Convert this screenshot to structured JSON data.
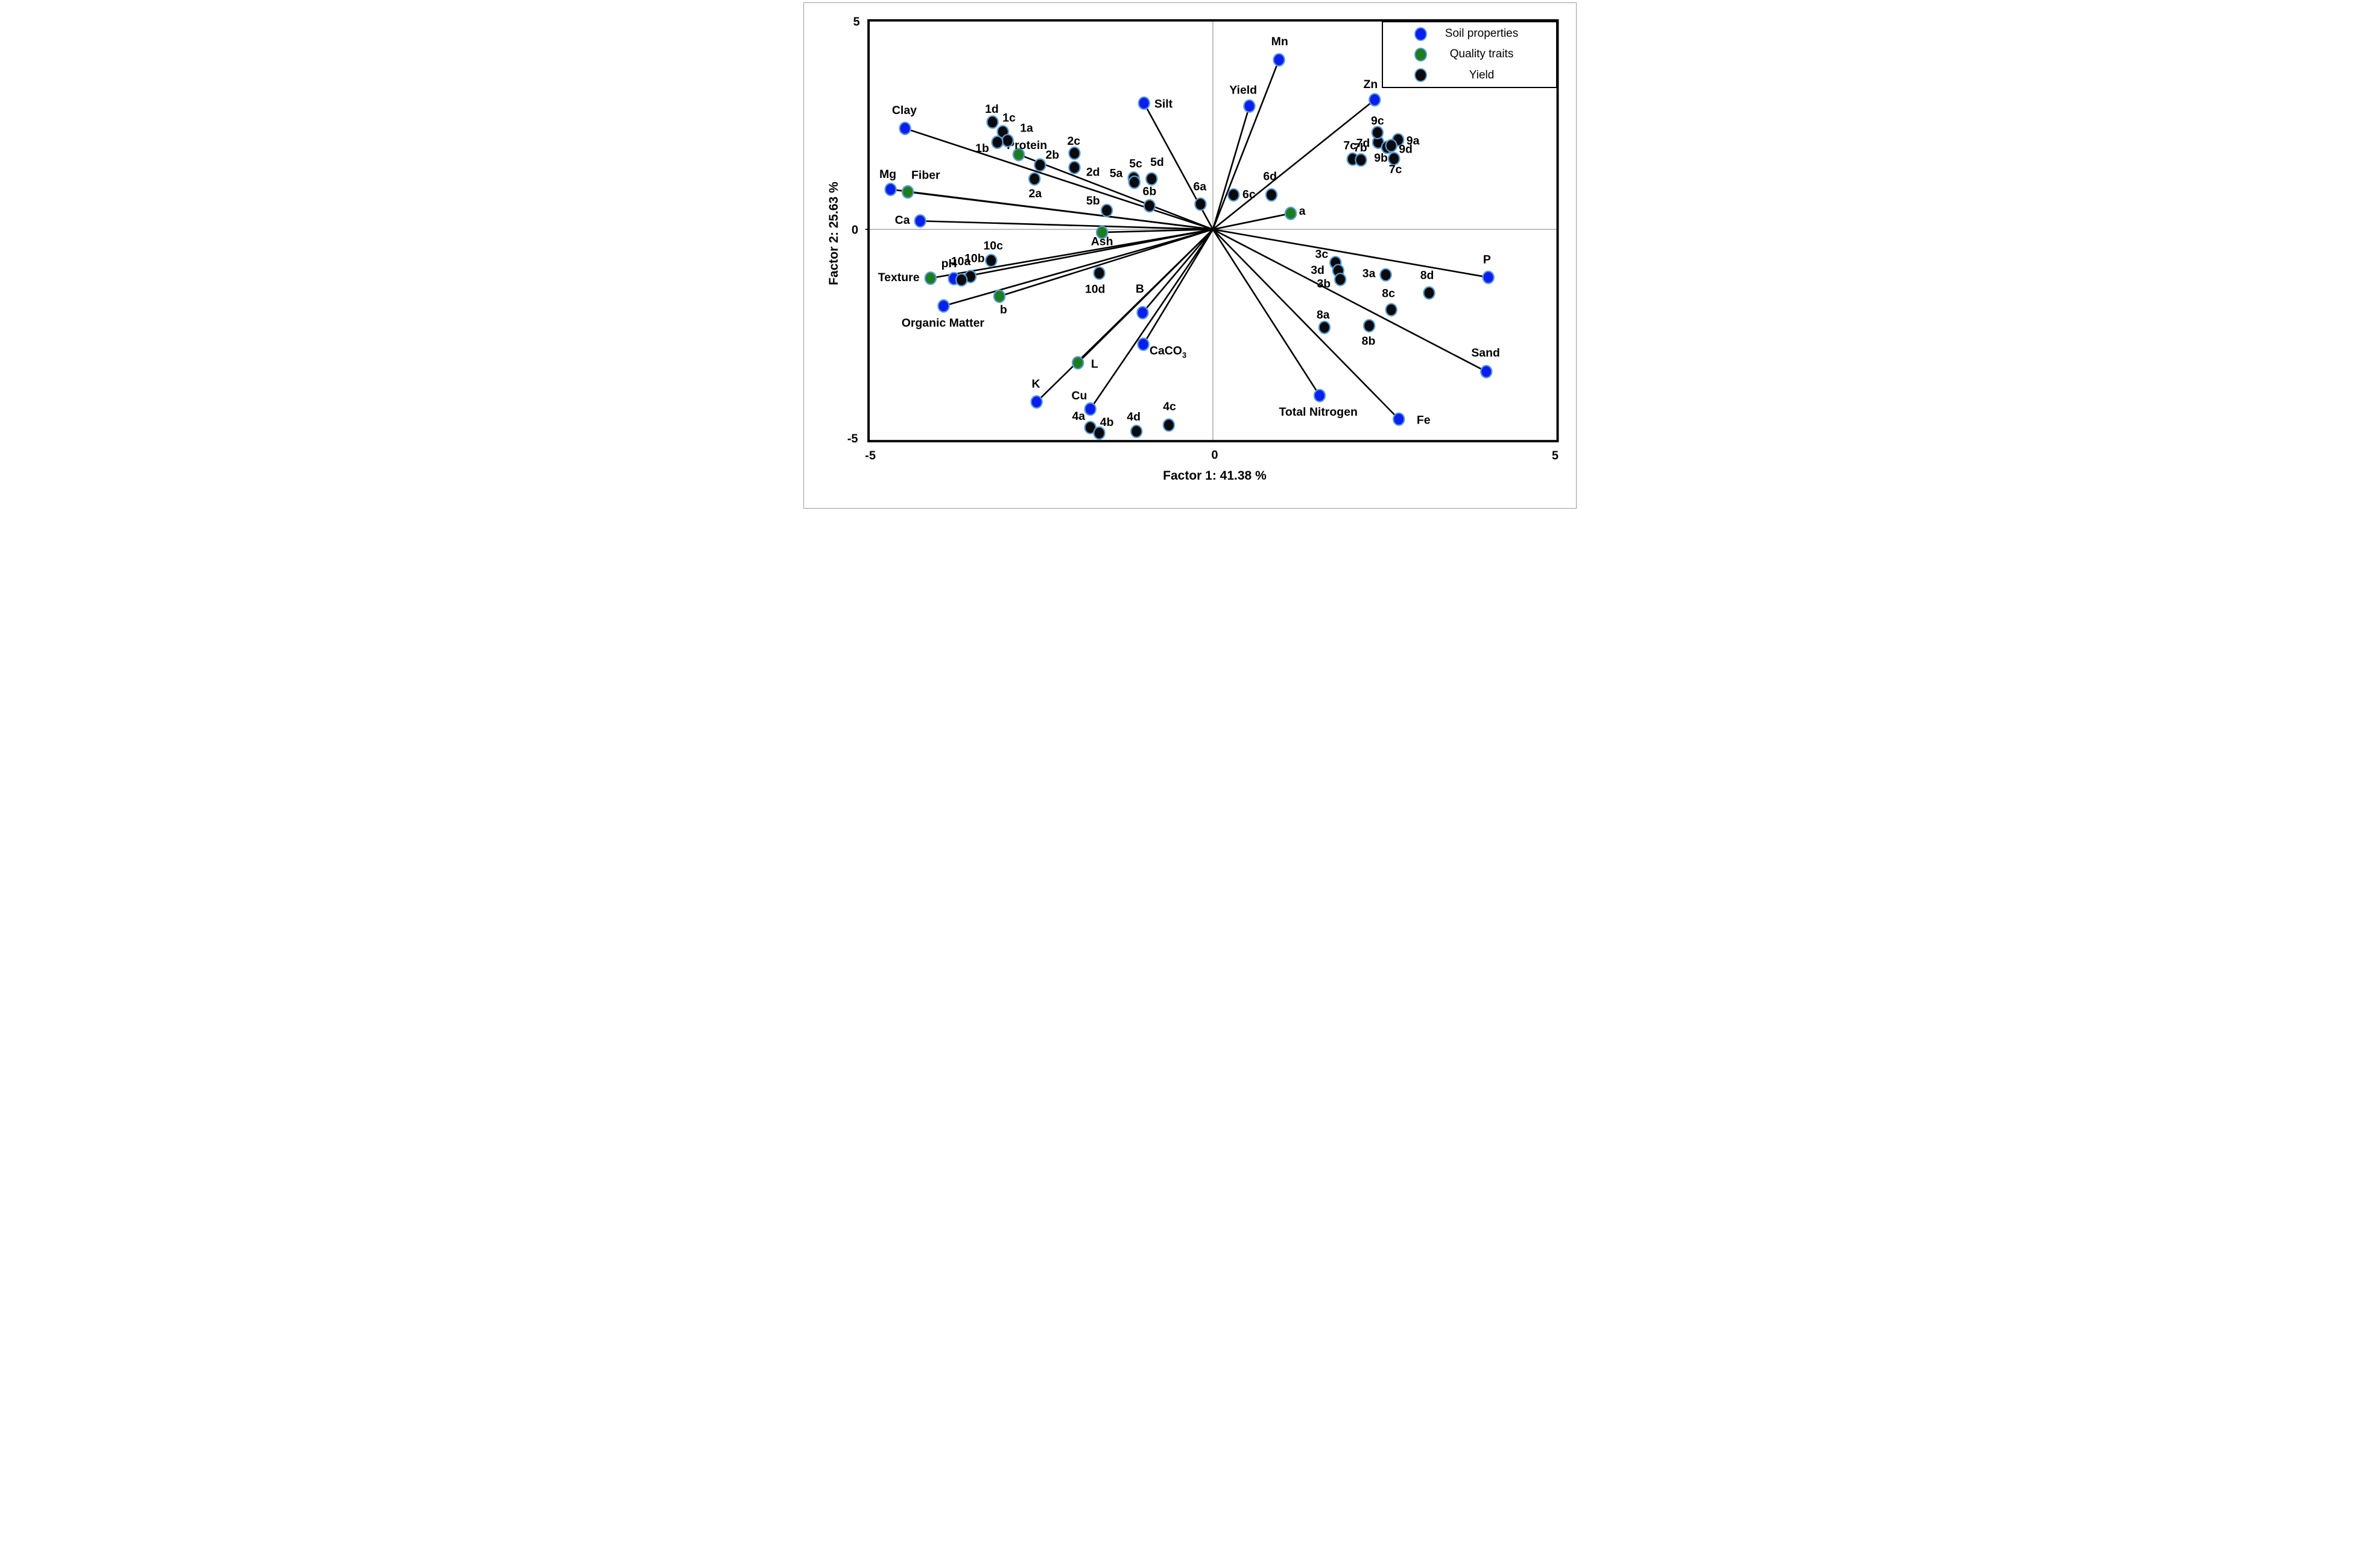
{
  "legend": {
    "items": [
      {
        "label": "Soil properties",
        "color_key": "soil"
      },
      {
        "label": "Quality traits",
        "color_key": "quality"
      },
      {
        "label": "Yield",
        "color_key": "yield"
      }
    ]
  },
  "axes": {
    "x_title": "Factor 1: 41.38 %",
    "y_title": "Factor 2: 25.63 %",
    "x_ticks": [
      {
        "label": "-5",
        "x": -5
      },
      {
        "label": "0",
        "x": 0
      },
      {
        "label": "5",
        "x": 5
      }
    ],
    "y_ticks": [
      {
        "label": "5",
        "y": 5
      },
      {
        "label": "0",
        "y": 0
      },
      {
        "label": "-5",
        "y": -5
      }
    ]
  },
  "chart_data": {
    "type": "scatter",
    "title": "",
    "xlabel": "Factor 1: 41.38 %",
    "ylabel": "Factor 2: 25.63 %",
    "xlim": [
      -5,
      5
    ],
    "ylim": [
      -5,
      5
    ],
    "grid": "center crosshair only",
    "legend_position": "top-right",
    "colors": {
      "soil": "#0a1ef0",
      "quality": "#1d7d1d",
      "yield": "#0a0a0a",
      "marker_ring": "#5b9bd5",
      "vector": "#000000",
      "gridline": "#a0a0a0",
      "frame": "#000000"
    },
    "series": [
      {
        "name": "Soil properties",
        "color_key": "soil",
        "vectors": true,
        "points": [
          {
            "label": "Clay",
            "x": -4.47,
            "y": 2.4,
            "lx": -4.48,
            "ly": 2.84,
            "anchor": "middle"
          },
          {
            "label": "Mg",
            "x": -4.68,
            "y": 0.95,
            "lx": -4.72,
            "ly": 1.32,
            "anchor": "middle"
          },
          {
            "label": "Ca",
            "x": -4.25,
            "y": 0.2,
            "lx": -4.4,
            "ly": 0.23,
            "anchor": "end"
          },
          {
            "label": "Organic Matter",
            "x": -3.91,
            "y": -1.82,
            "lx": -3.92,
            "ly": -2.21,
            "anchor": "middle"
          },
          {
            "label": "pH",
            "x": -3.76,
            "y": -1.17,
            "lx": -3.83,
            "ly": -0.8,
            "anchor": "middle"
          },
          {
            "label": "K",
            "x": -2.56,
            "y": -4.1,
            "lx": -2.57,
            "ly": -3.66,
            "anchor": "middle"
          },
          {
            "label": "Cu",
            "x": -1.78,
            "y": -4.27,
            "lx": -1.94,
            "ly": -3.94,
            "anchor": "middle"
          },
          {
            "label": "Silt",
            "x": -1.0,
            "y": 3.0,
            "lx": -0.85,
            "ly": 2.99,
            "anchor": "start"
          },
          {
            "label": "Mn",
            "x": 0.96,
            "y": 4.03,
            "lx": 0.97,
            "ly": 4.48,
            "anchor": "middle"
          },
          {
            "label": "Yield",
            "x": 0.53,
            "y": 2.93,
            "lx": 0.44,
            "ly": 3.32,
            "anchor": "middle"
          },
          {
            "label": "Zn",
            "x": 2.35,
            "y": 3.08,
            "lx": 2.29,
            "ly": 3.46,
            "anchor": "middle"
          },
          {
            "label": "P",
            "x": 4.0,
            "y": -1.14,
            "lx": 3.98,
            "ly": -0.71,
            "anchor": "middle"
          },
          {
            "label": "Sand",
            "x": 3.97,
            "y": -3.38,
            "lx": 3.96,
            "ly": -2.92,
            "anchor": "middle"
          },
          {
            "label": "Fe",
            "x": 2.7,
            "y": -4.51,
            "lx": 2.96,
            "ly": -4.52,
            "anchor": "start"
          },
          {
            "label": "Total Nitrogen",
            "x": 1.55,
            "y": -3.95,
            "lx": 1.53,
            "ly": -4.33,
            "anchor": "middle"
          },
          {
            "label": "B",
            "x": -1.02,
            "y": -1.98,
            "lx": -1.06,
            "ly": -1.4,
            "anchor": "middle"
          },
          {
            "label": "CaCO3",
            "base": "CaCO",
            "sub": "3",
            "x": -1.01,
            "y": -2.73,
            "lx": -0.92,
            "ly": -2.87,
            "anchor": "start"
          }
        ]
      },
      {
        "name": "Quality traits",
        "color_key": "quality",
        "vectors": true,
        "points": [
          {
            "label": "Protein",
            "x": -2.82,
            "y": 1.78,
            "lx": -2.7,
            "ly": 2.01,
            "anchor": "middle"
          },
          {
            "label": "Fiber",
            "x": -4.43,
            "y": 0.89,
            "lx": -4.17,
            "ly": 1.3,
            "anchor": "middle"
          },
          {
            "label": "Ash",
            "x": -1.61,
            "y": -0.07,
            "lx": -1.61,
            "ly": -0.28,
            "anchor": "middle"
          },
          {
            "label": "Texture",
            "x": -4.1,
            "y": -1.16,
            "lx": -4.26,
            "ly": -1.13,
            "anchor": "end"
          },
          {
            "label": "b",
            "x": -3.1,
            "y": -1.59,
            "lx": -3.04,
            "ly": -1.9,
            "anchor": "middle"
          },
          {
            "label": "L",
            "x": -1.96,
            "y": -3.17,
            "lx": -1.77,
            "ly": -3.19,
            "anchor": "start"
          },
          {
            "label": "a",
            "x": 1.13,
            "y": 0.38,
            "lx": 1.25,
            "ly": 0.45,
            "anchor": "start"
          }
        ]
      },
      {
        "name": "Yield",
        "color_key": "yield",
        "vectors": false,
        "points": [
          {
            "label": "1d",
            "x": -3.2,
            "y": 2.55,
            "lx": -3.21,
            "ly": 2.87,
            "anchor": "middle"
          },
          {
            "label": "1c",
            "x": -3.05,
            "y": 2.32,
            "lx": -2.96,
            "ly": 2.66,
            "anchor": "middle"
          },
          {
            "label": "1a",
            "x": -2.98,
            "y": 2.11,
            "lx": -2.8,
            "ly": 2.42,
            "anchor": "start"
          },
          {
            "label": "1b",
            "x": -3.13,
            "y": 2.07,
            "lx": -3.25,
            "ly": 1.94,
            "anchor": "end"
          },
          {
            "label": "2c",
            "x": -2.01,
            "y": 1.81,
            "lx": -2.02,
            "ly": 2.11,
            "anchor": "middle"
          },
          {
            "label": "2b",
            "x": -2.51,
            "y": 1.53,
            "lx": -2.43,
            "ly": 1.78,
            "anchor": "start"
          },
          {
            "label": "2d",
            "x": -2.01,
            "y": 1.47,
            "lx": -1.84,
            "ly": 1.37,
            "anchor": "start"
          },
          {
            "label": "2a",
            "x": -2.59,
            "y": 1.2,
            "lx": -2.58,
            "ly": 0.86,
            "anchor": "middle"
          },
          {
            "label": "5a",
            "x": -1.15,
            "y": 1.22,
            "lx": -1.31,
            "ly": 1.34,
            "anchor": "end"
          },
          {
            "label": "5c",
            "x": -1.14,
            "y": 1.12,
            "lx": -1.12,
            "ly": 1.57,
            "anchor": "middle"
          },
          {
            "label": "5d",
            "x": -0.89,
            "y": 1.2,
            "lx": -0.81,
            "ly": 1.61,
            "anchor": "middle"
          },
          {
            "label": "5b",
            "x": -1.54,
            "y": 0.45,
            "lx": -1.74,
            "ly": 0.69,
            "anchor": "middle"
          },
          {
            "label": "6b",
            "x": -0.92,
            "y": 0.56,
            "lx": -0.92,
            "ly": 0.91,
            "anchor": "middle"
          },
          {
            "label": "6a",
            "x": -0.18,
            "y": 0.6,
            "lx": -0.19,
            "ly": 1.03,
            "anchor": "middle"
          },
          {
            "label": "6c",
            "x": 0.3,
            "y": 0.82,
            "lx": 0.43,
            "ly": 0.84,
            "anchor": "start"
          },
          {
            "label": "6d",
            "x": 0.85,
            "y": 0.82,
            "lx": 0.83,
            "ly": 1.27,
            "anchor": "middle"
          },
          {
            "label": "7c",
            "x": 2.03,
            "y": 1.67,
            "lx": 1.99,
            "ly": 2.0,
            "anchor": "middle"
          },
          {
            "label": "7b",
            "x": 2.15,
            "y": 1.65,
            "lx": 2.14,
            "ly": 1.95,
            "anchor": "middle"
          },
          {
            "label": "7d",
            "x": 2.4,
            "y": 2.07,
            "lx": 2.28,
            "ly": 2.06,
            "anchor": "end"
          },
          {
            "label": "9c",
            "x": 2.39,
            "y": 2.3,
            "lx": 2.39,
            "ly": 2.59,
            "anchor": "middle"
          },
          {
            "label": "9a",
            "x": 2.69,
            "y": 2.13,
            "lx": 2.81,
            "ly": 2.12,
            "anchor": "start"
          },
          {
            "label": "9b",
            "x": 2.53,
            "y": 1.95,
            "lx": 2.44,
            "ly": 1.71,
            "anchor": "middle"
          },
          {
            "label": "9d",
            "x": 2.59,
            "y": 1.99,
            "lx": 2.7,
            "ly": 1.92,
            "anchor": "start"
          },
          {
            "label": "7c",
            "x": 2.63,
            "y": 1.68,
            "lx": 2.65,
            "ly": 1.44,
            "anchor": "middle"
          },
          {
            "label": "3c",
            "x": 1.78,
            "y": -0.79,
            "lx": 1.58,
            "ly": -0.58,
            "anchor": "middle"
          },
          {
            "label": "3d",
            "x": 1.82,
            "y": -0.98,
            "lx": 1.62,
            "ly": -0.96,
            "anchor": "end"
          },
          {
            "label": "3b",
            "x": 1.85,
            "y": -1.19,
            "lx": 1.71,
            "ly": -1.28,
            "anchor": "end"
          },
          {
            "label": "3a",
            "x": 2.51,
            "y": -1.08,
            "lx": 2.36,
            "ly": -1.04,
            "anchor": "end"
          },
          {
            "label": "8d",
            "x": 3.14,
            "y": -1.51,
            "lx": 3.11,
            "ly": -1.08,
            "anchor": "middle"
          },
          {
            "label": "8c",
            "x": 2.59,
            "y": -1.91,
            "lx": 2.55,
            "ly": -1.51,
            "anchor": "middle"
          },
          {
            "label": "8a",
            "x": 1.62,
            "y": -2.33,
            "lx": 1.6,
            "ly": -2.02,
            "anchor": "middle"
          },
          {
            "label": "8b",
            "x": 2.27,
            "y": -2.29,
            "lx": 2.26,
            "ly": -2.64,
            "anchor": "middle"
          },
          {
            "label": "10c",
            "x": -3.22,
            "y": -0.74,
            "lx": -3.19,
            "ly": -0.38,
            "anchor": "middle"
          },
          {
            "label": "10b",
            "x": -3.52,
            "y": -1.12,
            "lx": -3.46,
            "ly": -0.68,
            "anchor": "middle"
          },
          {
            "label": "10a",
            "x": -3.65,
            "y": -1.2,
            "lx": -3.66,
            "ly": -0.75,
            "anchor": "middle"
          },
          {
            "label": "10d",
            "x": -1.65,
            "y": -1.04,
            "lx": -1.71,
            "ly": -1.41,
            "anchor": "middle"
          },
          {
            "label": "4a",
            "x": -1.78,
            "y": -4.71,
            "lx": -1.95,
            "ly": -4.43,
            "anchor": "middle"
          },
          {
            "label": "4b",
            "x": -1.65,
            "y": -4.84,
            "lx": -1.54,
            "ly": -4.57,
            "anchor": "middle"
          },
          {
            "label": "4d",
            "x": -1.11,
            "y": -4.8,
            "lx": -1.15,
            "ly": -4.44,
            "anchor": "middle"
          },
          {
            "label": "4c",
            "x": -0.64,
            "y": -4.65,
            "lx": -0.63,
            "ly": -4.2,
            "anchor": "middle"
          }
        ]
      }
    ]
  }
}
